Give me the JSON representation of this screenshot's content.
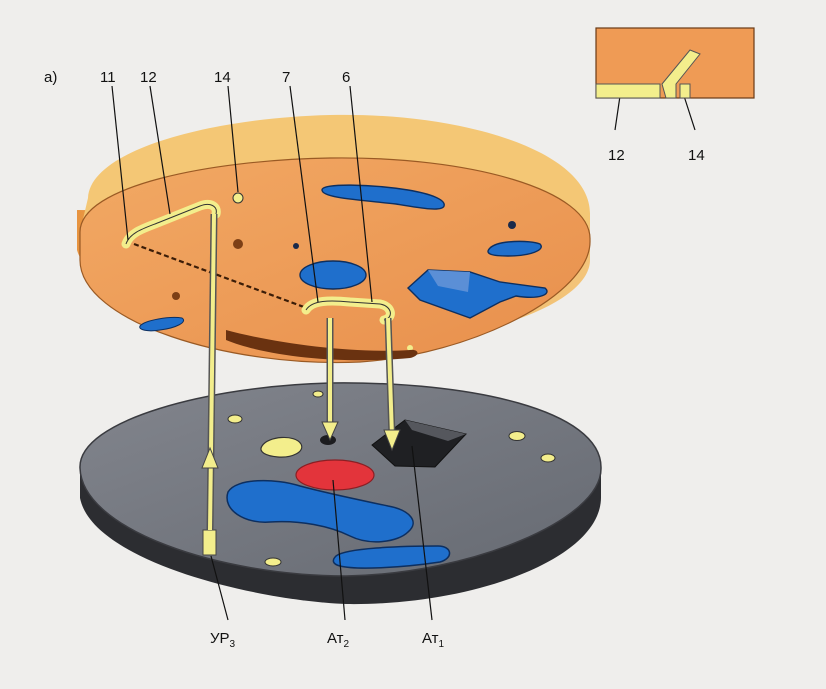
{
  "figure": {
    "panel_label": "а)",
    "callouts_top": [
      "11",
      "12",
      "14",
      "7",
      "6"
    ],
    "inset_callouts": [
      "12",
      "14"
    ],
    "bottom_labels": [
      {
        "main": "УР",
        "sub": "3"
      },
      {
        "main": "Ат",
        "sub": "2"
      },
      {
        "main": "Ат",
        "sub": "1"
      }
    ]
  },
  "colors": {
    "upper_plate": "#ee9f58",
    "upper_rim": "#f4c775",
    "lower_plate": "#747780",
    "channel_yellow": "#f3ee8c",
    "channel_blue": "#1f6fcc",
    "red_spot": "#e3343b"
  }
}
